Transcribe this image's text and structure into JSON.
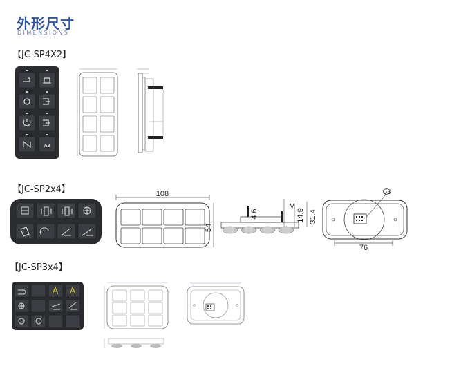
{
  "header": {
    "title": "外形尺寸",
    "subtitle": "DIMENSIONS"
  },
  "sections": [
    {
      "label": "【JC-SP4X2】"
    },
    {
      "label": "【JC-SP2x4】"
    },
    {
      "label": "【JC-SP3x4】"
    }
  ],
  "sp4x2": {
    "key_a8": "A8"
  },
  "sp2x4": {
    "dims": {
      "width": "108",
      "height": "54",
      "depth_a": "4.6",
      "depth_b": "14.9",
      "depth_c": "31.4",
      "small_m": "M",
      "hole": "63",
      "rear_width": "76"
    }
  },
  "colors": {
    "panel": "#2a2c30",
    "key": "#3a3d42",
    "led": "#c8c8c8",
    "accent_yellow": "#d6c23a",
    "line": "#555555"
  }
}
